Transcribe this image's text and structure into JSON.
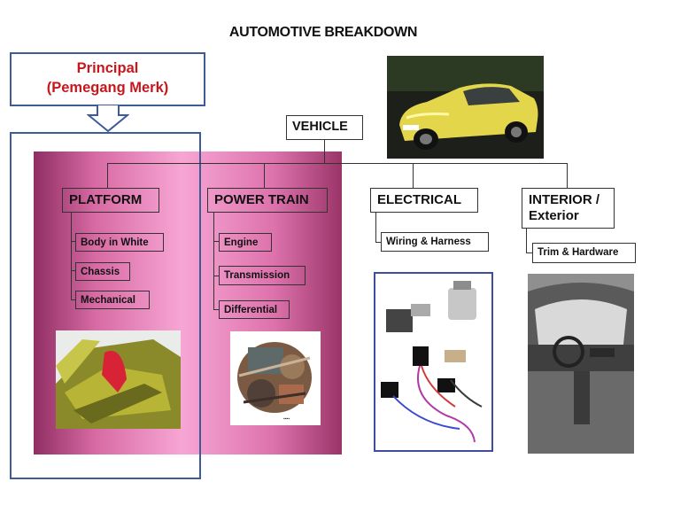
{
  "title": "AUTOMOTIVE BREAKDOWN",
  "principal": {
    "line1": "Principal",
    "line2": "(Pemegang Merk)"
  },
  "root": {
    "label": "VEHICLE"
  },
  "categories": [
    {
      "label": "PLATFORM",
      "subs": [
        "Body in White",
        "Chassis",
        "Mechanical"
      ]
    },
    {
      "label": "POWER TRAIN",
      "subs": [
        "Engine",
        "Transmission",
        "Differential"
      ]
    },
    {
      "label": "ELECTRICAL",
      "subs": [
        "Wiring & Harness"
      ]
    },
    {
      "label_line1": "INTERIOR /",
      "label_line2": "Exterior",
      "subs": [
        "Trim & Hardware"
      ]
    }
  ],
  "colors": {
    "principal_text": "#c8171c",
    "principal_border": "#3d5a99",
    "panel_pink": "#f7a6d4",
    "panel_dark": "#8f2e63"
  },
  "icons": [
    "down-arrow-icon"
  ]
}
